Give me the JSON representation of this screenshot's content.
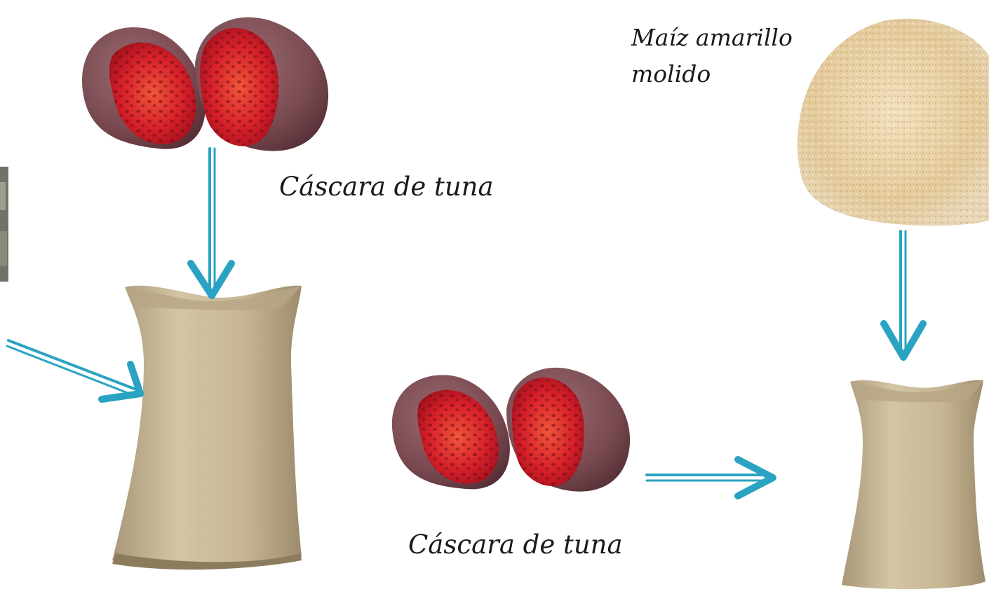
{
  "labels": {
    "tuna_top": "Cáscara de tuna",
    "tuna_bottom": "Cáscara de tuna",
    "maize_line1": "Maíz amarillo",
    "maize_line2": "molido"
  },
  "colors": {
    "arrow": "#2aa3c2",
    "sack": "#c9b99a",
    "tuna_skin": "#7a4a52",
    "tuna_flesh": "#c8182a",
    "maize": "#e8d2a8"
  }
}
